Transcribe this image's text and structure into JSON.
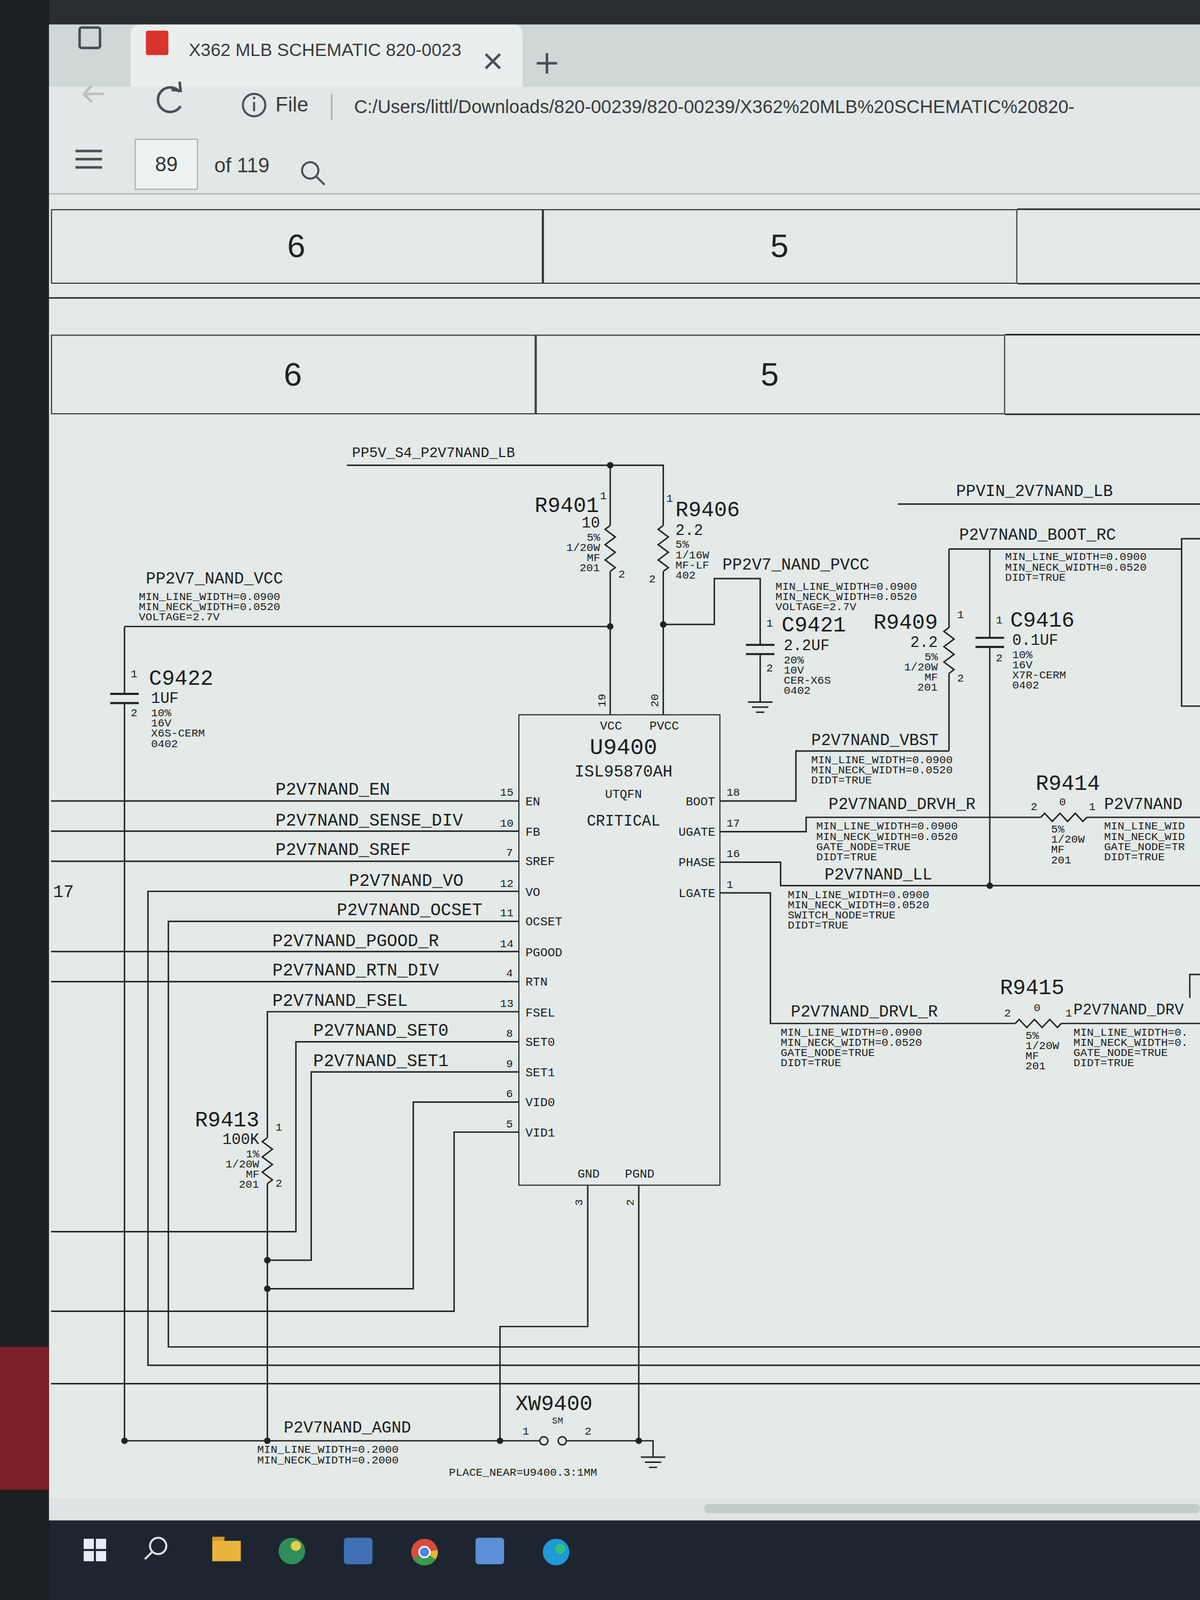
{
  "diagram": {
    "nodes": [
      {
        "text": [
          "X362 MLB SCHEMATIC 820-0023"
        ]
      },
      {
        "text": [
          "89"
        ]
      },
      {
        "text": [
          "6"
        ]
      },
      {
        "text": [
          "5"
        ]
      },
      {
        "text": [
          "6"
        ]
      },
      {
        "text": [
          "5"
        ]
      },
      {
        "text": [
          "U9400",
          "ISL95870AH",
          "UTQFN",
          "CRITICAL",
          "VCC",
          "PVCC",
          "EN",
          "FB",
          "SREF",
          "VO",
          "OCSET",
          "PGOOD",
          "RTN",
          "FSEL",
          "SET0",
          "SET1",
          "VID0",
          "VID1",
          "GND",
          "PGND",
          "BOOT",
          "UGATE",
          "PHASE",
          "LGATE"
        ]
      }
    ],
    "labels": [
      "File",
      "C:/Users/littl/Downloads/820-00239/820-00239/X362%20MLB%20SCHEMATIC%20820-",
      "of 119",
      "PP5V_S4_P2V7NAND_LB",
      "PPVIN_2V7NAND_LB",
      "R9401",
      "1",
      "10",
      "5%",
      "1/20W",
      "MF",
      "201",
      "2",
      "1",
      "R9406",
      "2.2",
      "5%",
      "1/16W",
      "MF-LF",
      "402",
      "2",
      "PP2V7_NAND_PVCC",
      "MIN_LINE_WIDTH=0.0900",
      "MIN_NECK_WIDTH=0.0520",
      "VOLTAGE=2.7V",
      "1",
      "C9421",
      "2.2UF",
      "20%",
      "10V",
      "CER-X6S",
      "0402",
      "2",
      "R9409",
      "1",
      "2.2",
      "5%",
      "1/20W",
      "MF",
      "201",
      "2",
      "P2V7NAND_BOOT_RC",
      "MIN_LINE_WIDTH=0.0900",
      "MIN_NECK_WIDTH=0.0520",
      "DIDT=TRUE",
      "1",
      "C9416",
      "0.1UF",
      "10%",
      "16V",
      "X7R-CERM",
      "0402",
      "2",
      "PP2V7_NAND_VCC",
      "MIN_LINE_WIDTH=0.0900",
      "MIN_NECK_WIDTH=0.0520",
      "VOLTAGE=2.7V",
      "1",
      "C9422",
      "1UF",
      "10%",
      "16V",
      "X6S-CERM",
      "0402",
      "2",
      "19",
      "20",
      "15",
      "10",
      "7",
      "12",
      "11",
      "14",
      "4",
      "13",
      "8",
      "9",
      "6",
      "5",
      "18",
      "17",
      "16",
      "1",
      "3",
      "2",
      "P2V7NAND_EN",
      "P2V7NAND_SENSE_DIV",
      "P2V7NAND_SREF",
      "P2V7NAND_VO",
      "P2V7NAND_OCSET",
      "P2V7NAND_PGOOD_R",
      "P2V7NAND_RTN_DIV",
      "P2V7NAND_FSEL",
      "P2V7NAND_SET0",
      "P2V7NAND_SET1",
      "17",
      "R9413",
      "1",
      "100K",
      "1%",
      "1/20W",
      "MF",
      "201",
      "2",
      "P2V7NAND_VBST",
      "MIN_LINE_WIDTH=0.0900",
      "MIN_NECK_WIDTH=0.0520",
      "DIDT=TRUE",
      "P2V7NAND_DRVH_R",
      "MIN_LINE_WIDTH=0.0900",
      "MIN_NECK_WIDTH=0.0520",
      "GATE_NODE=TRUE",
      "DIDT=TRUE",
      "R9414",
      "0",
      "2",
      "1",
      "5%",
      "1/20W",
      "MF",
      "201",
      "P2V7NAND",
      "MIN_LINE_WID",
      "MIN_NECK_WID",
      "GATE_NODE=TR",
      "DIDT=TRUE",
      "P2V7NAND_LL",
      "MIN_LINE_WIDTH=0.0900",
      "MIN_NECK_WIDTH=0.0520",
      "SWITCH_NODE=TRUE",
      "DIDT=TRUE",
      "P2V7NAND_DRVL_R",
      "MIN_LINE_WIDTH=0.0900",
      "MIN_NECK_WIDTH=0.0520",
      "GATE_NODE=TRUE",
      "DIDT=TRUE",
      "R9415",
      "0",
      "2",
      "1",
      "5%",
      "1/20W",
      "MF",
      "201",
      "P2V7NAND_DRV",
      "MIN_LINE_WIDTH=0.",
      "MIN_NECK_WIDTH=0.",
      "GATE_NODE=TRUE",
      "DIDT=TRUE",
      "P2V7NAND_AGND",
      "MIN_LINE_WIDTH=0.2000",
      "MIN_NECK_WIDTH=0.2000",
      "XW9400",
      "SM",
      "1",
      "2",
      "PLACE_NEAR=U9400.3:1MM"
    ]
  }
}
